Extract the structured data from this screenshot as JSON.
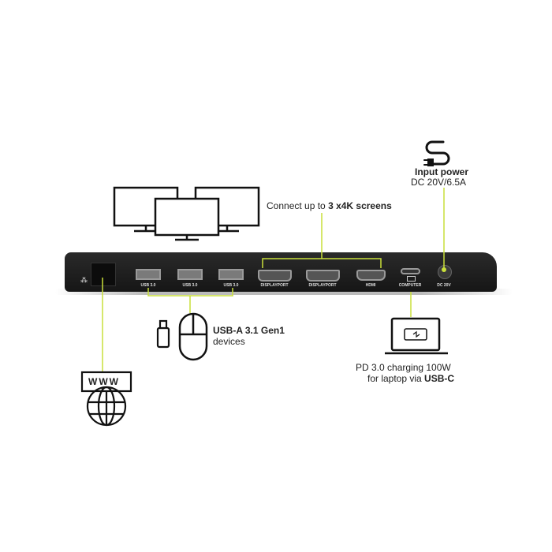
{
  "accent_color": "#c9df3a",
  "ports": {
    "usb1": "USB 3.0",
    "usb2": "USB 3.0",
    "usb3": "USB 3.0",
    "dp1": "DISPLAYPORT",
    "dp2": "DISPLAYPORT",
    "hdmi": "HDMI",
    "computer": "COMPUTER",
    "dc": "DC 20V"
  },
  "callouts": {
    "screens_prefix": "Connect up to ",
    "screens_bold": "3 x4K screens",
    "power_title": "Input power",
    "power_spec": "DC 20V/6.5A",
    "usb_title": "USB-A 3.1 Gen1",
    "usb_sub": "devices",
    "pd_line1": "PD 3.0 charging 100W",
    "pd_line2_prefix": "for laptop via ",
    "pd_line2_bold": "USB-C"
  },
  "icons": {
    "www_label": "WWW"
  }
}
